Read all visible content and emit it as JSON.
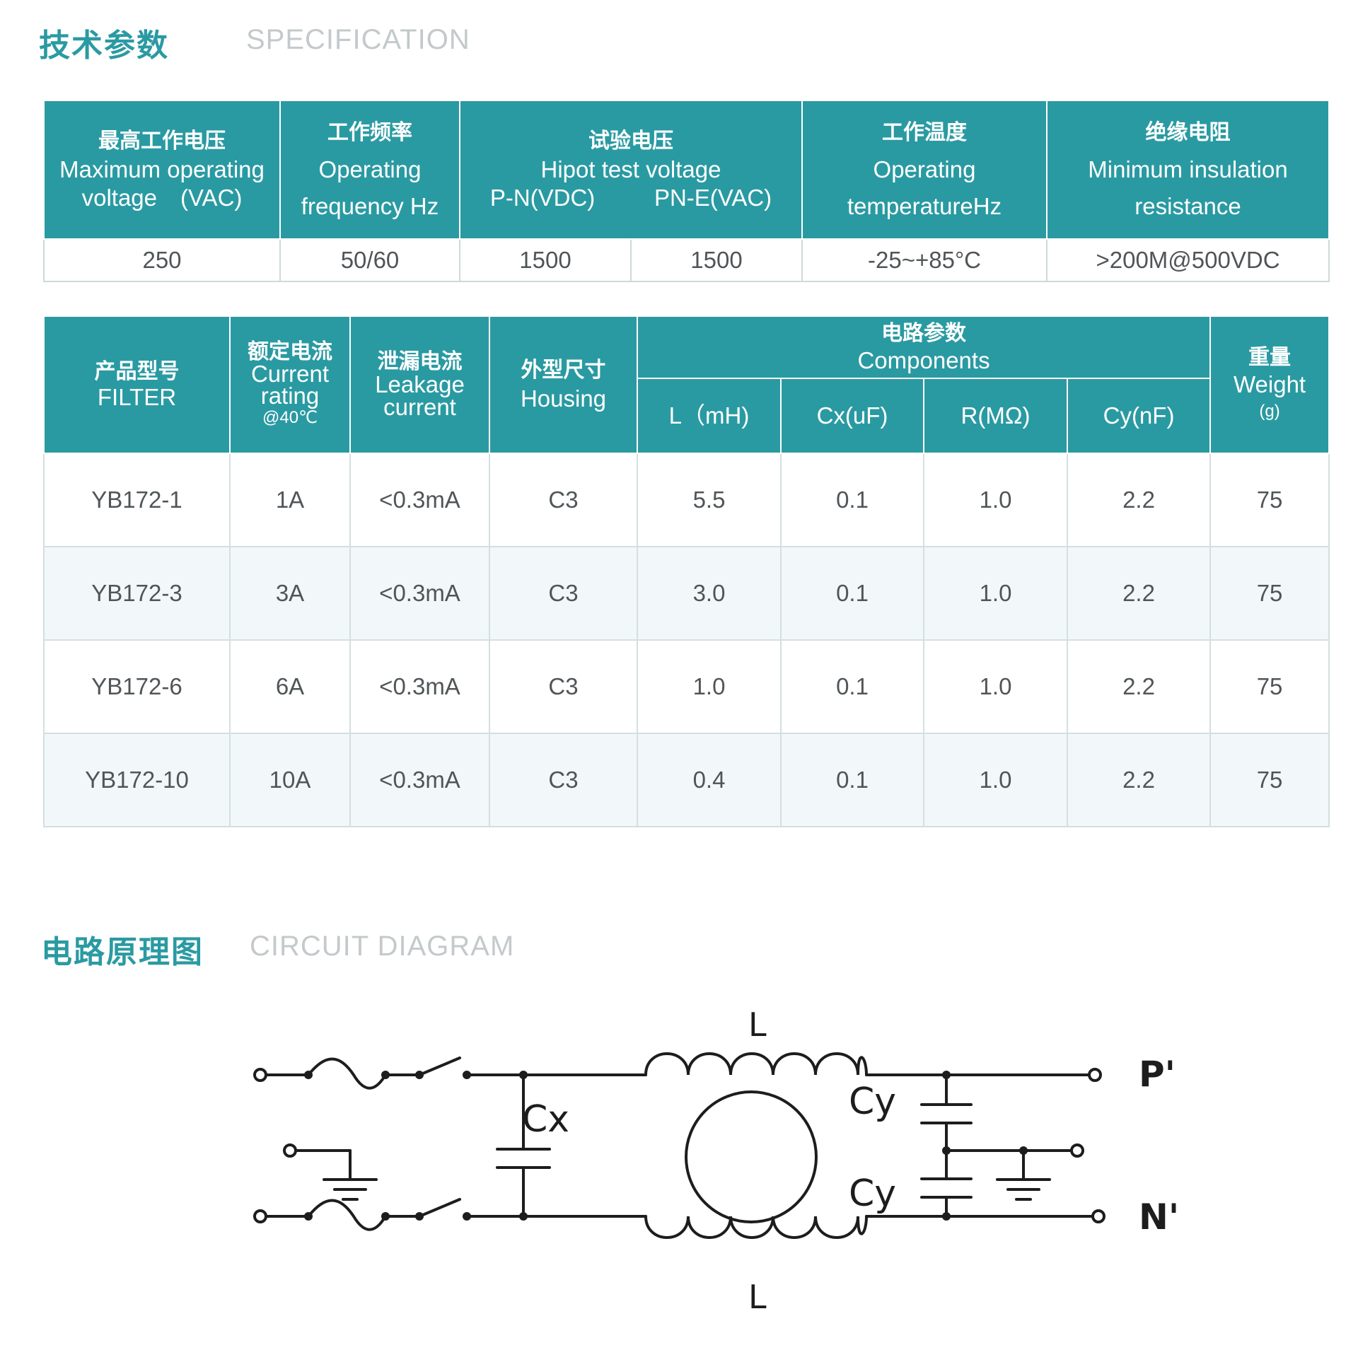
{
  "spec_section": {
    "title_cn": "技术参数",
    "title_en": "SPECIFICATION"
  },
  "spec_table": {
    "headers": [
      {
        "cn": "最高工作电压",
        "en1": "Maximum operating",
        "en2": "voltage　(VAC)"
      },
      {
        "cn": "工作频率",
        "en1": "Operating",
        "en2": "frequency Hz"
      },
      {
        "cn": "试验电压",
        "en1": "Hipot test voltage",
        "sub1": "P-N(VDC)",
        "sub2": "PN-E(VAC)"
      },
      {
        "cn": "工作温度",
        "en1": "Operating",
        "en2": "temperatureHz"
      },
      {
        "cn": "绝缘电阻",
        "en1": "Minimum insulation",
        "en2": "resistance"
      }
    ],
    "values": [
      "250",
      "50/60",
      "1500",
      "1500",
      "-25~+85°C",
      ">200M@500VDC"
    ]
  },
  "product_table": {
    "headers": {
      "filter_cn": "产品型号",
      "filter_en": "FILTER",
      "current_cn": "额定电流",
      "current_en1": "Current",
      "current_en2": "rating",
      "current_note": "@40℃",
      "leak_cn": "泄漏电流",
      "leak_en1": "Leakage",
      "leak_en2": "current",
      "housing_cn": "外型尺寸",
      "housing_en": "Housing",
      "components_cn": "电路参数",
      "components_en": "Components",
      "L": "L（mH)",
      "Cx": "Cx(uF)",
      "R": "R(MΩ)",
      "Cy": "Cy(nF)",
      "weight_cn": "重量",
      "weight_en": "Weight",
      "weight_unit": "(g)"
    },
    "rows": [
      [
        "YB172-1",
        "1A",
        "<0.3mA",
        "C3",
        "5.5",
        "0.1",
        "1.0",
        "2.2",
        "75"
      ],
      [
        "YB172-3",
        "3A",
        "<0.3mA",
        "C3",
        "3.0",
        "0.1",
        "1.0",
        "2.2",
        "75"
      ],
      [
        "YB172-6",
        "6A",
        "<0.3mA",
        "C3",
        "1.0",
        "0.1",
        "1.0",
        "2.2",
        "75"
      ],
      [
        "YB172-10",
        "10A",
        "<0.3mA",
        "C3",
        "0.4",
        "0.1",
        "1.0",
        "2.2",
        "75"
      ]
    ]
  },
  "circuit_section": {
    "title_cn": "电路原理图",
    "title_en": "CIRCUIT DIAGRAM"
  },
  "circuit_labels": {
    "L_top": "L",
    "L_bottom": "L",
    "Cx": "Cx",
    "Cy_top": "Cy",
    "Cy_bottom": "Cy",
    "P": "P'",
    "N": "N'"
  },
  "colors": {
    "accent": "#2a9aa2",
    "title_gray": "#c4c9cb",
    "alt_row": "#f2f8f9"
  }
}
